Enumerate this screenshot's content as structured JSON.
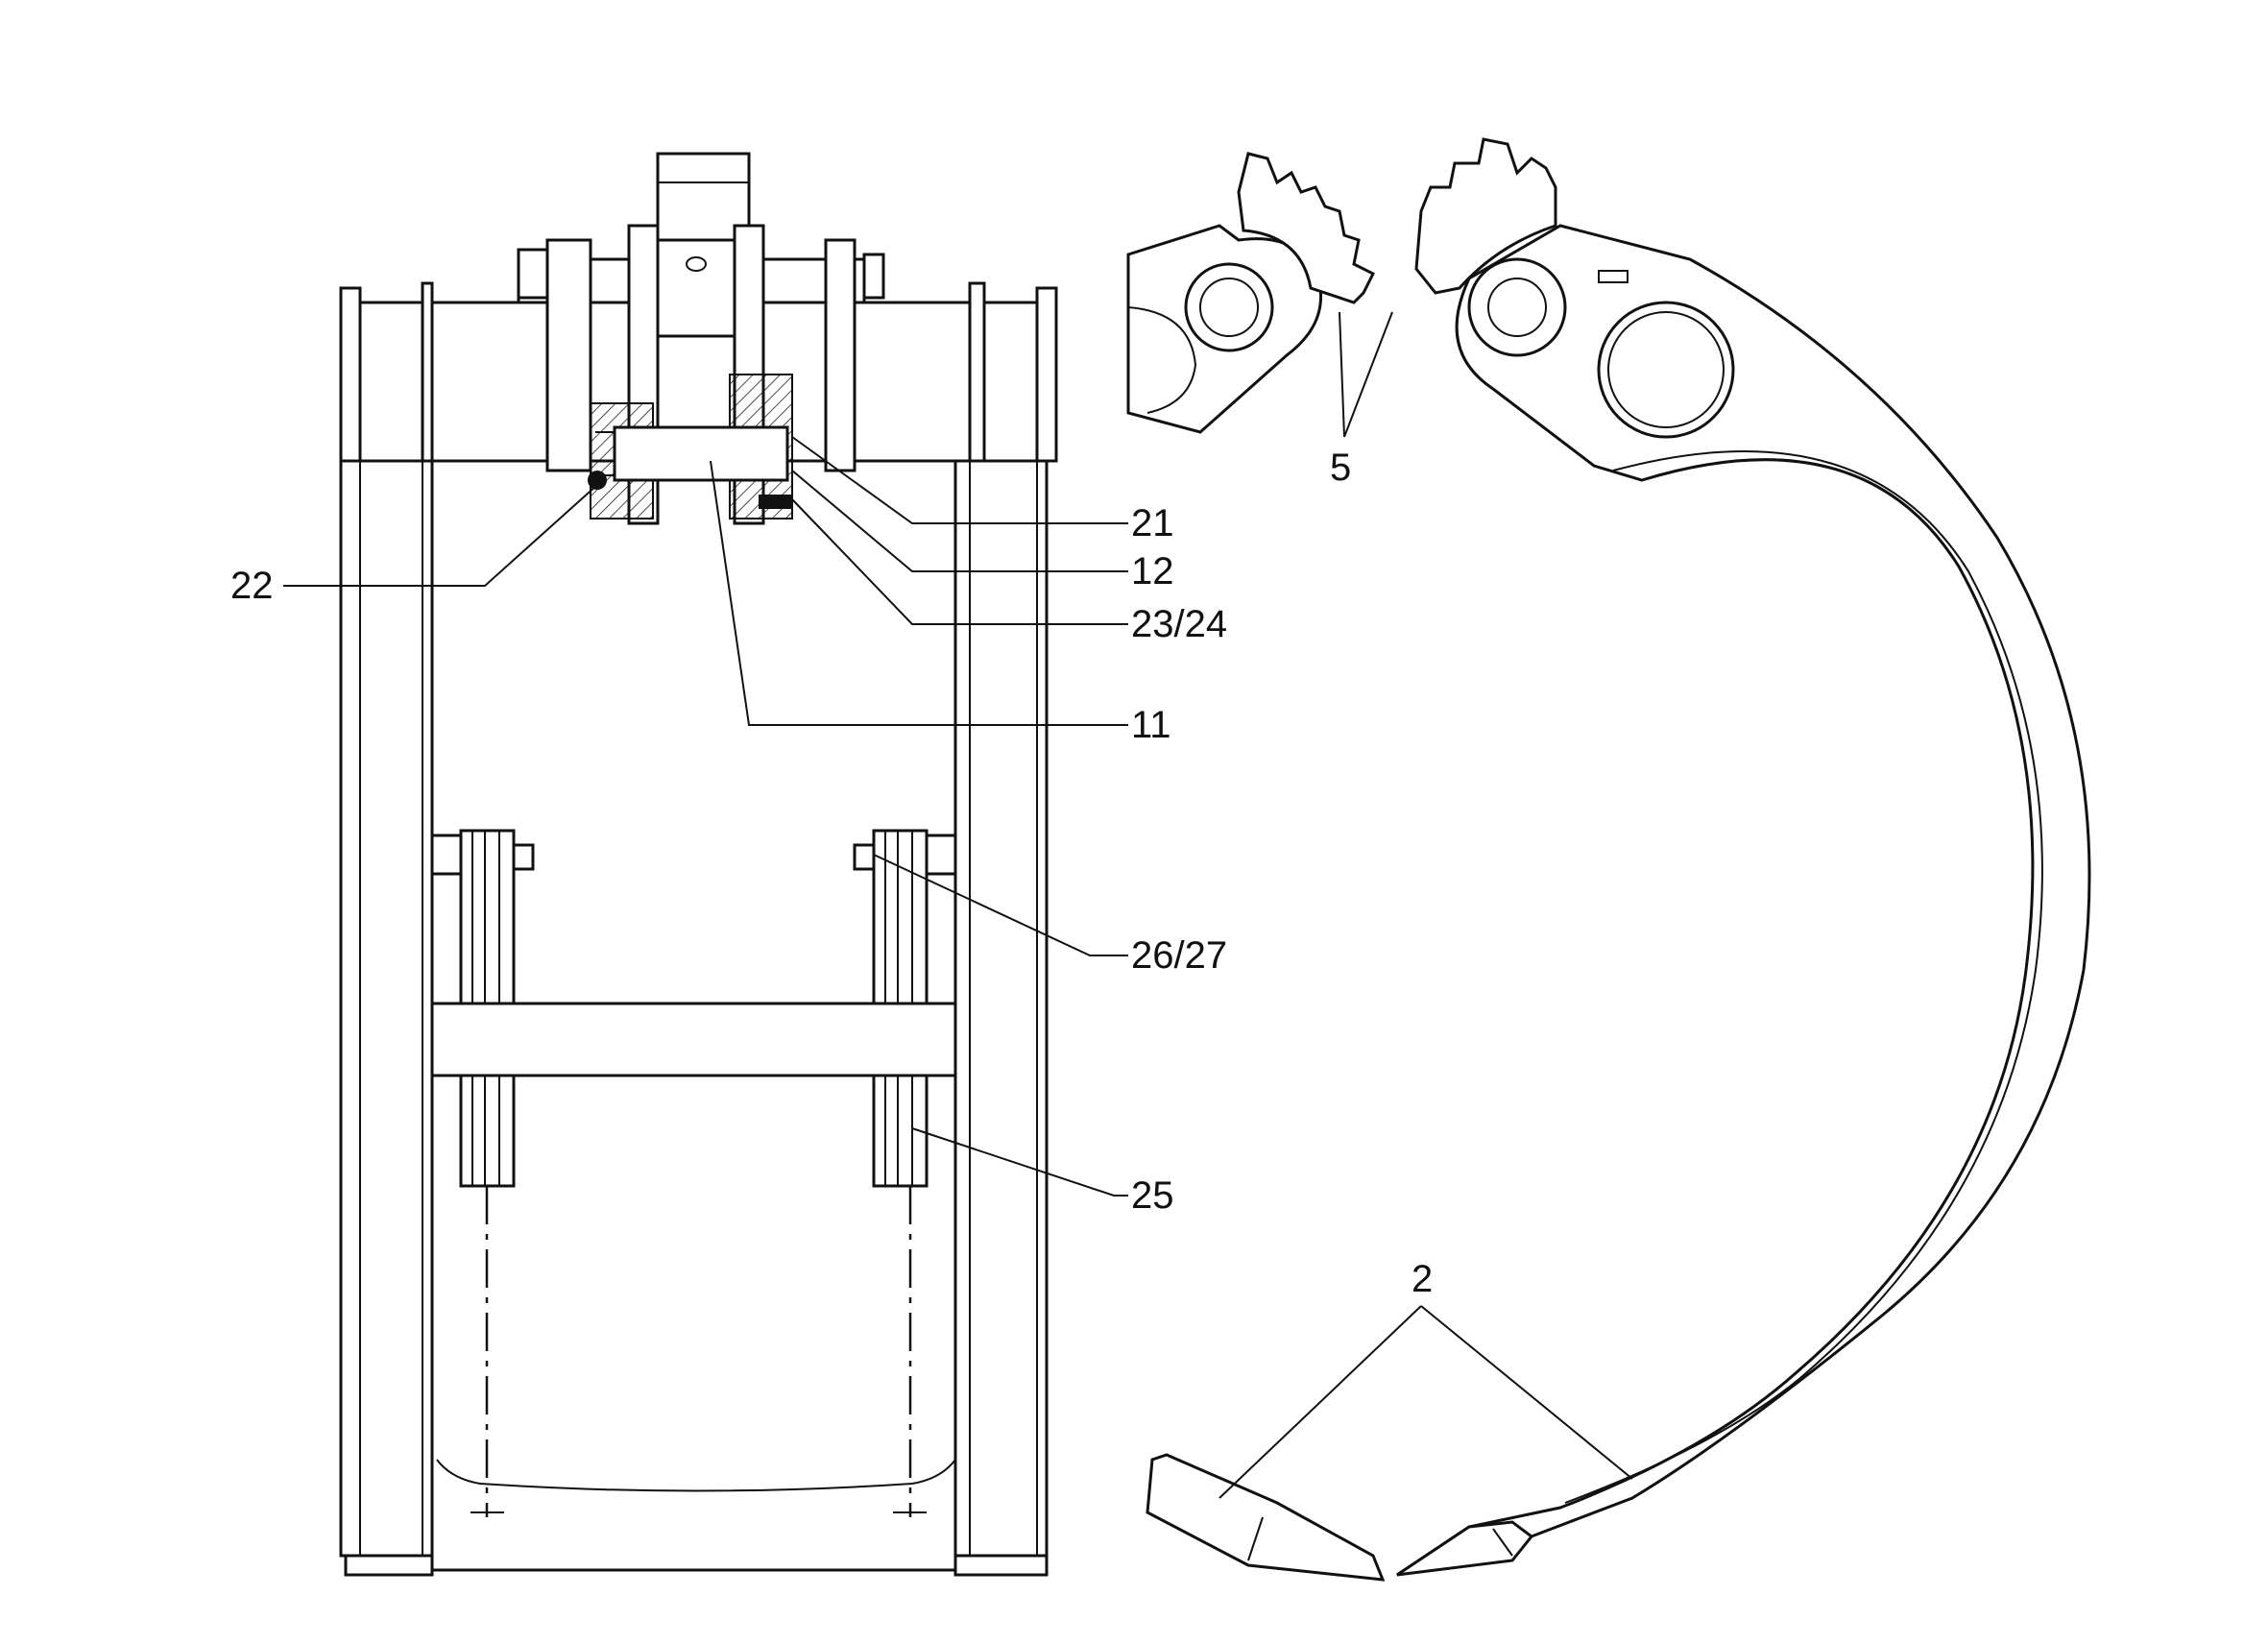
{
  "callouts": {
    "c21": "21",
    "c12": "12",
    "c2324": "23/24",
    "c11": "11",
    "c22": "22",
    "c2627": "26/27",
    "c25": "25",
    "c5": "5",
    "c2": "2"
  }
}
